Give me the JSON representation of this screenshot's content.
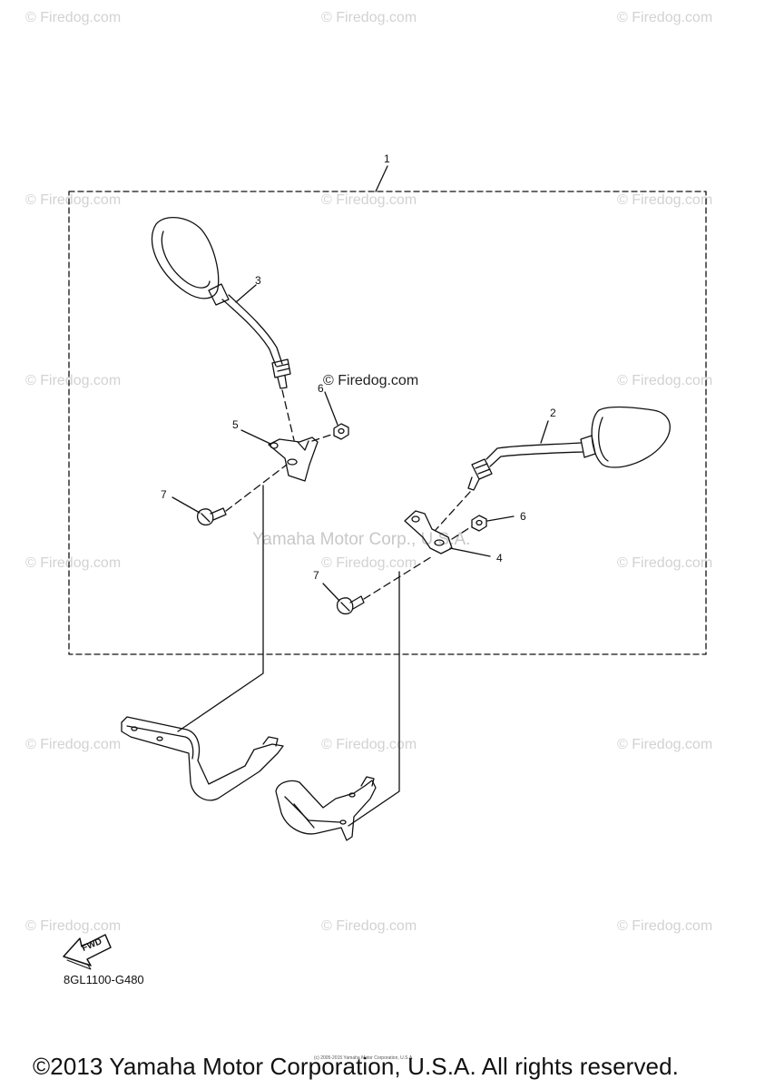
{
  "watermark": "© Firedog.com",
  "center_watermark": "Yamaha Motor Corp., U.S.A.",
  "callouts": [
    "1",
    "2",
    "3",
    "4",
    "5",
    "6",
    "6",
    "7",
    "7"
  ],
  "fwd_label": "FWD",
  "part_code": "8GL1100-G480",
  "fine_print": "(c) 2005-2015 Yamaha Motor Corporation, U.S.A.",
  "copyright": "©2013 Yamaha Motor Corporation, U.S.A. All rights reserved."
}
